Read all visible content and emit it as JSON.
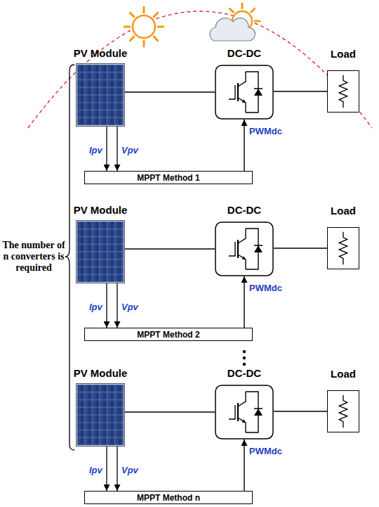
{
  "diagram": {
    "nodes": [
      {
        "text": [
          "PV Module"
        ]
      },
      {
        "text": [
          "DC-DC"
        ]
      },
      {
        "text": [
          "Load"
        ]
      },
      {
        "text": [
          "MPPT Method 1"
        ]
      },
      {
        "text": [
          "PV Module"
        ]
      },
      {
        "text": [
          "DC-DC"
        ]
      },
      {
        "text": [
          "Load"
        ]
      },
      {
        "text": [
          "MPPT Method 2"
        ]
      },
      {
        "text": [
          "PV Module"
        ]
      },
      {
        "text": [
          "DC-DC"
        ]
      },
      {
        "text": [
          "Load"
        ]
      },
      {
        "text": [
          "MPPT Method n"
        ]
      }
    ],
    "edges": [
      {
        "from": 0,
        "to": 1,
        "arrow": "none"
      },
      {
        "from": 1,
        "to": 2,
        "arrow": "none"
      },
      {
        "from": 3,
        "to": 1,
        "label": "PWMdc",
        "arrow": "to"
      },
      {
        "from": 4,
        "to": 5,
        "arrow": "none"
      },
      {
        "from": 5,
        "to": 6,
        "arrow": "none"
      },
      {
        "from": 7,
        "to": 5,
        "label": "PWMdc",
        "arrow": "to"
      },
      {
        "from": 8,
        "to": 9,
        "arrow": "none"
      },
      {
        "from": 9,
        "to": 10,
        "arrow": "none"
      },
      {
        "from": 11,
        "to": 9,
        "label": "PWMdc",
        "arrow": "to"
      }
    ],
    "labels": [
      "Ipv",
      "Vpv",
      "The number of n converters is required",
      "Ipv",
      "Vpv",
      "Ipv",
      "Vpv"
    ]
  }
}
